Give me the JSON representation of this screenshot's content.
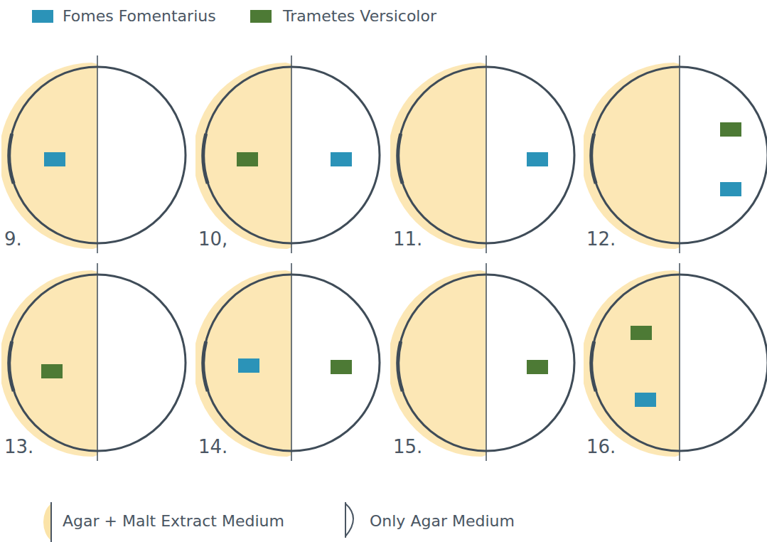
{
  "diagram": {
    "nodes": [
      {
        "text": [
          "9."
        ]
      },
      {
        "text": [
          "10,"
        ]
      },
      {
        "text": [
          "11."
        ]
      },
      {
        "text": [
          "12."
        ]
      },
      {
        "text": [
          "13."
        ]
      },
      {
        "text": [
          "14."
        ]
      },
      {
        "text": [
          "15."
        ]
      },
      {
        "text": [
          "16."
        ]
      }
    ],
    "legend": [
      {
        "text": "Fomes Fomentarius",
        "color": "#2b93b8"
      },
      {
        "text": "Trametes Versicolor",
        "color": "#4d7a35"
      },
      {
        "text": "Agar + Malt Extract Medium"
      },
      {
        "text": "Only Agar Medium"
      }
    ]
  }
}
